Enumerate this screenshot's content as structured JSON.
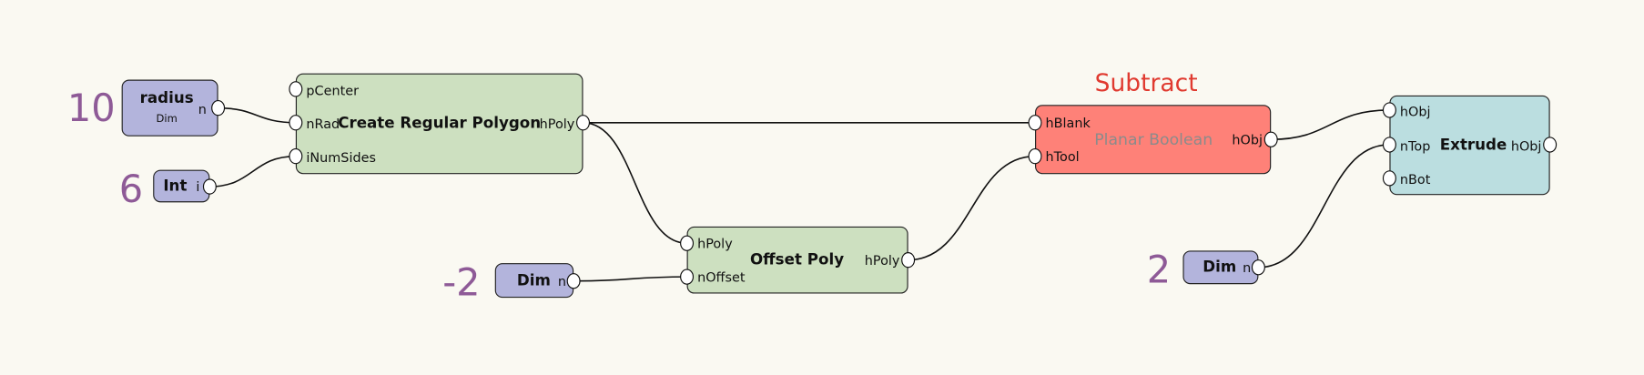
{
  "annotation": {
    "text": "Subtract",
    "color": "#e03a30"
  },
  "colors": {
    "background": "#faf9f2",
    "param_node": "#b3b4dc",
    "op_node": "#cde0c0",
    "boolean_node": "#fe8178",
    "extrude_node": "#bbdee0",
    "value_text": "#8e5a97"
  },
  "nodes": {
    "radius": {
      "title": "radius",
      "subtitle": "Dim",
      "value": "10",
      "output": "n"
    },
    "int": {
      "title": "Int",
      "value": "6",
      "output": "i"
    },
    "create_polygon": {
      "title": "Create Regular Polygon",
      "inputs": [
        "pCenter",
        "nRad",
        "iNumSides"
      ],
      "output": "hPoly"
    },
    "offset_poly": {
      "title": "Offset Poly",
      "inputs": [
        "hPoly",
        "nOffset"
      ],
      "output": "hPoly"
    },
    "dim_offset": {
      "title": "Dim",
      "value": "-2",
      "output": "n"
    },
    "planar_boolean": {
      "title": "Planar Boolean",
      "inputs": [
        "hBlank",
        "hTool"
      ],
      "output": "hObj"
    },
    "extrude": {
      "title": "Extrude",
      "inputs": [
        "hObj",
        "nTop",
        "nBot"
      ],
      "output": "hObj"
    },
    "dim_top": {
      "title": "Dim",
      "value": "2",
      "output": "n"
    }
  }
}
